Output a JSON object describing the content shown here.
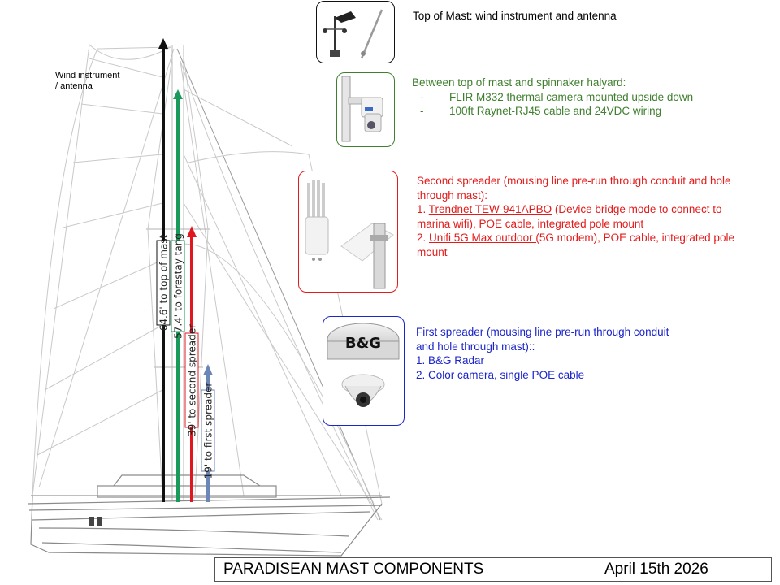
{
  "wind_label": [
    "Wind instrument",
    "/ antenna"
  ],
  "heights": [
    {
      "label": "64.6' to top of mast",
      "color": "#111111"
    },
    {
      "label": "57.4' to forestay tang",
      "color": "#1a9a5a"
    },
    {
      "label": "39' to second spreader",
      "color": "#e0171f"
    },
    {
      "label": "19' to first spreader",
      "color": "#6d86b8"
    }
  ],
  "callouts": {
    "top_of_mast": {
      "color": "#000000",
      "lines": [
        "Top of Mast:  wind instrument and antenna"
      ]
    },
    "between": {
      "color": "#3f7f2e",
      "heading": "Between top of mast and spinnaker halyard:",
      "bullets": [
        "FLIR M332 thermal camera mounted upside down",
        "100ft Raynet-RJ45 cable and 24VDC wiring"
      ],
      "dash": "-"
    },
    "second_spreader": {
      "color": "#e31b1b",
      "line1": "Second spreader (mousing line pre-run through conduit and hole",
      "line2": "through mast):",
      "item1_prefix": "1. ",
      "item1_link": "Trendnet TEW-941APBO",
      "item1_rest": " (Device bridge mode to connect to",
      "item1_cont": "marina wifi), POE cable, integrated pole mount",
      "item2_prefix": "2. ",
      "item2_link": "Unifi 5G Max outdoor (",
      "item2_rest": "5G modem), POE cable, integrated pole",
      "item2_cont": "mount"
    },
    "first_spreader": {
      "color": "#1c25c9",
      "lines": [
        "First spreader (mousing line pre-run through conduit",
        "and hole through mast)::",
        "1. B&G Radar",
        "2. Color camera, single POE cable"
      ]
    }
  },
  "radar_logo": "B&G",
  "title": "PARADISEAN MAST COMPONENTS",
  "date": "April 15th 2026"
}
